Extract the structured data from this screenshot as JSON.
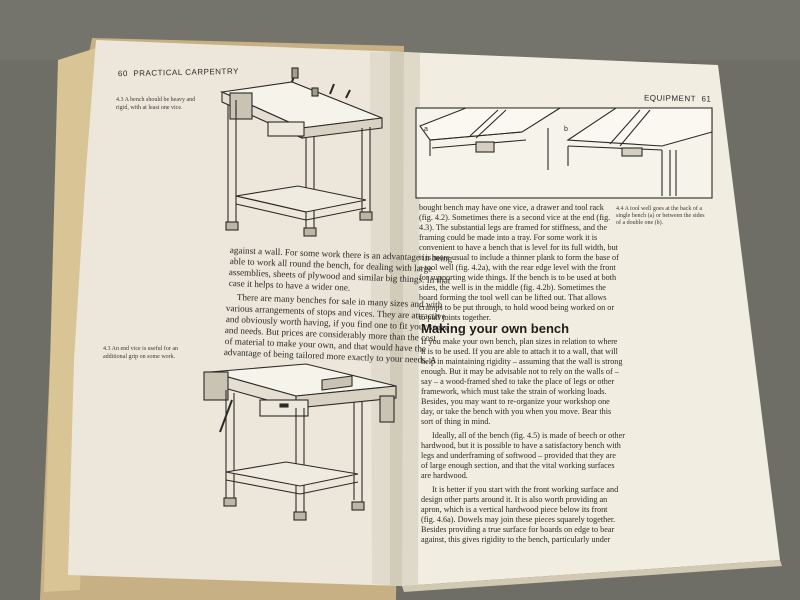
{
  "left_page": {
    "folio": "60",
    "running_head": "PRACTICAL CARPENTRY",
    "caption_top": [
      "4.3 A bench should be heavy and",
      "rigid, with at least one vice."
    ],
    "caption_mid": [
      "4.3 An end vice is useful for an",
      "additional grip on some work."
    ],
    "text": [
      "against a wall. For some work there is an advantage in being",
      "able to work all round the bench, for dealing with large",
      "assemblies, sheets of plywood and similar big things. In that",
      "case it helps to have a wider one.",
      "There are many benches for sale in many sizes and with",
      "various arrangements of stops and vices. They are attractive",
      "and obviously worth having, if you find one to fit your space",
      "and needs. But prices are considerably more than the cost",
      "of material to make your own, and that would have the",
      "advantage of being tailored more exactly to your needs. A"
    ]
  },
  "right_page": {
    "running_head": "EQUIPMENT",
    "folio": "61",
    "figure_labels": [
      "a",
      "b"
    ],
    "caption": [
      "4.4 A tool well goes at the back of a",
      "single bench (a) or between the sides",
      "of a double one (b)."
    ],
    "col1": [
      "bought bench may have one vice, a drawer and tool rack",
      "(fig. 4.2). Sometimes there is a second vice at the end (fig.",
      "4.3). The substantial legs are framed for stiffness, and the",
      "framing could be made into a tray. For some work it is",
      "convenient to have a bench that is level for its full width, but",
      "it is more usual to include a thinner plank to form the base of",
      "a tool well (fig. 4.2a), with the rear edge level with the front",
      "for supporting wide things. If the bench is to be used at both",
      "sides, the well is in the middle (fig. 4.2b). Sometimes the",
      "board forming the tool well can be lifted out. That allows",
      "cramps to be put through, to hold wood being worked on or",
      "to pull joints together."
    ],
    "heading": "Making your own bench",
    "col2": [
      "If you make your own bench, plan sizes in relation to where",
      "it is to be used. If you are able to attach it to a wall, that will",
      "help in maintaining rigidity – assuming that the wall is strong",
      "enough. But it may be advisable not to rely on the walls of –",
      "say – a wood-framed shed to take the place of legs or other",
      "framework, which must take the strain of working loads.",
      "Besides, you may want to re-organize your workshop one",
      "day, or take the bench with you when you move. Bear this",
      "sort of thing in mind.",
      "Ideally, all of the bench (fig. 4.5) is made of beech or other",
      "hardwood, but it is possible to have a satisfactory bench with",
      "legs and underframing of softwood – provided that they are",
      "of large enough section, and that the vital working surfaces",
      "are hardwood.",
      "It is better if you start with the front working surface and",
      "design other parts around it. It is also worth providing an",
      "apron, which is a vertical hardwood piece below its front",
      "(fig. 4.6a). Dowels may join these pieces squarely together.",
      "Besides providing a true surface for boards on edge to bear",
      "against, this gives rigidity to the bench, particularly under"
    ]
  },
  "colors": {
    "background": "#6b6a63",
    "page": "#efeadc",
    "ink": "#2b2a27"
  }
}
